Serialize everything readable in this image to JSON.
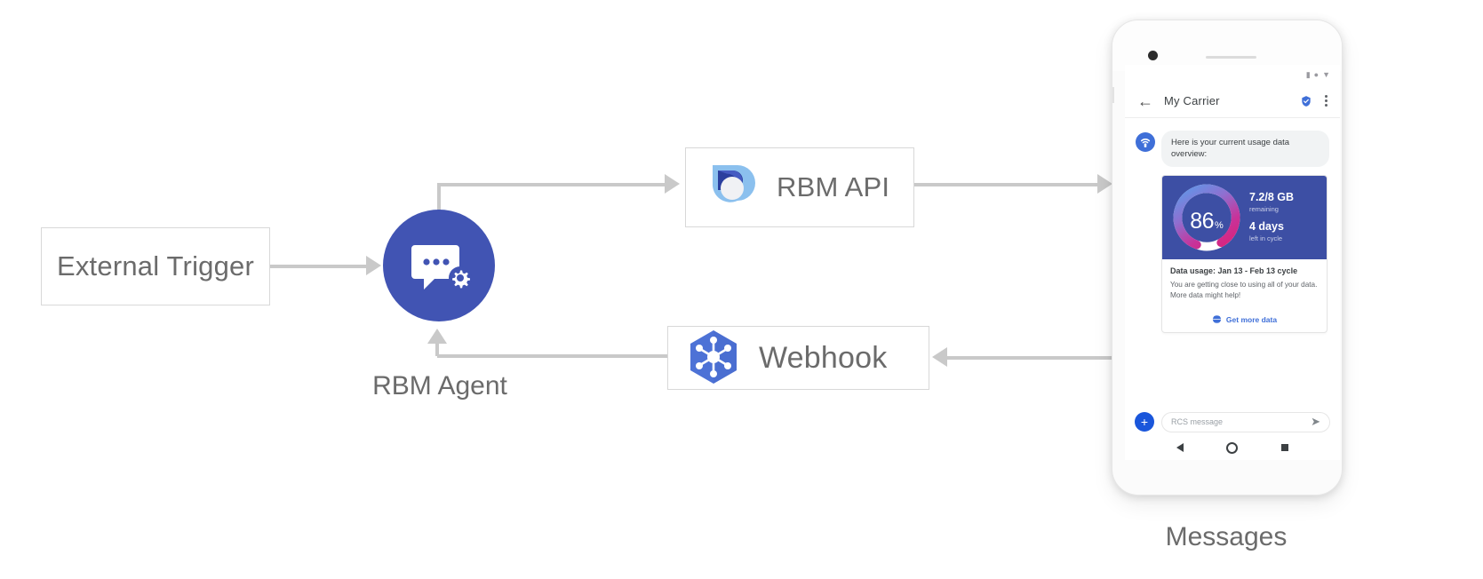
{
  "diagram": {
    "nodes": {
      "external_trigger": {
        "label": "External Trigger"
      },
      "rbm_agent": {
        "label": "RBM Agent",
        "icon": "chat-gear-icon",
        "color": "#4154b3"
      },
      "rbm_api": {
        "label": "RBM API",
        "icon": "rbm-api-logo-icon"
      },
      "webhook": {
        "label": "Webhook",
        "icon": "webhook-hexagon-icon",
        "color": "#4d72d6"
      }
    },
    "connector_color": "#c9c9c9"
  },
  "phone": {
    "caption": "Messages",
    "status_bar": {
      "icons": [
        "signal-icon",
        "wifi-icon",
        "battery-icon"
      ]
    },
    "app_bar": {
      "back_icon": "back-arrow-icon",
      "title": "My Carrier",
      "verified_icon": "verified-shield-icon",
      "overflow_icon": "overflow-menu-icon"
    },
    "conversation": {
      "agent_avatar_icon": "carrier-signal-icon",
      "message": "Here is your current usage data overview:",
      "rich_card": {
        "gauge": {
          "value": "86",
          "unit": "%",
          "percent": 86,
          "track_color": "#ffffff",
          "gradient_start": "#5b9bea",
          "gradient_mid": "#9a62c6",
          "gradient_end": "#d6257f"
        },
        "stats": [
          {
            "main": "7.2/8 GB",
            "sub": "remaining"
          },
          {
            "main": "4 days",
            "sub": "left in cycle"
          }
        ],
        "title": "Data usage: Jan 13 - Feb 13 cycle",
        "description": "You are getting close to using all of your data. More data might help!",
        "action": {
          "icon": "globe-icon",
          "label": "Get more data",
          "color": "#3f6fd8"
        },
        "media_background": "#3d4fa4"
      }
    },
    "compose": {
      "plus_icon": "plus-icon",
      "placeholder": "RCS message",
      "send_icon": "send-icon"
    },
    "nav_bar": {
      "icons": [
        "nav-back-icon",
        "nav-home-icon",
        "nav-recents-icon"
      ]
    }
  }
}
